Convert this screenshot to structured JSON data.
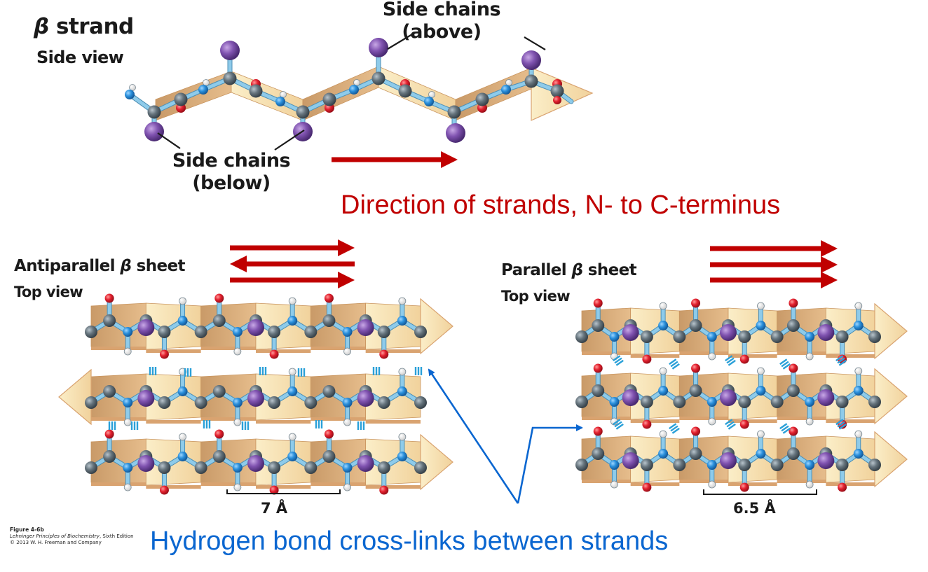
{
  "strand_panel": {
    "title_symbol": "β",
    "title_rest": " strand",
    "subtitle": "Side view",
    "label_above_line1": "Side chains",
    "label_above_line2": "(above)",
    "label_below_line1": "Side chains",
    "label_below_line2": "(below)"
  },
  "direction_caption": "Direction of strands, N- to C-terminus",
  "antiparallel_panel": {
    "title_prefix": "Antiparallel ",
    "title_symbol": "β",
    "title_suffix": " sheet",
    "subtitle": "Top view",
    "arrow_directions": [
      "right",
      "left",
      "right"
    ],
    "strand_directions": [
      "right",
      "left",
      "right"
    ],
    "repeat_distance": "7 Å"
  },
  "parallel_panel": {
    "title_prefix": "Parallel ",
    "title_symbol": "β",
    "title_suffix": " sheet",
    "subtitle": "Top view",
    "arrow_directions": [
      "right",
      "right",
      "right"
    ],
    "strand_directions": [
      "right",
      "right",
      "right"
    ],
    "repeat_distance": "6.5 Å"
  },
  "hbond_caption": "Hydrogen bond cross-links between strands",
  "credit": {
    "figure": "Figure 4-6b",
    "book": "Lehninger Principles of Biochemistry",
    "edition": ", Sixth Edition",
    "copyright": "© 2013 W. H. Freeman and Company"
  },
  "colors": {
    "direction_arrow": "#c00000",
    "hbond_caption": "#0a66d0",
    "carbon": "#5d6b74",
    "nitrogen": "#1e88d8",
    "oxygen": "#e0202e",
    "hydrogen": "#ffffff",
    "side_chain": "#7a4fa8",
    "bond": "#8ecbea",
    "sheet_dark": "#dcae7c",
    "sheet_light": "#f9e4b4"
  }
}
